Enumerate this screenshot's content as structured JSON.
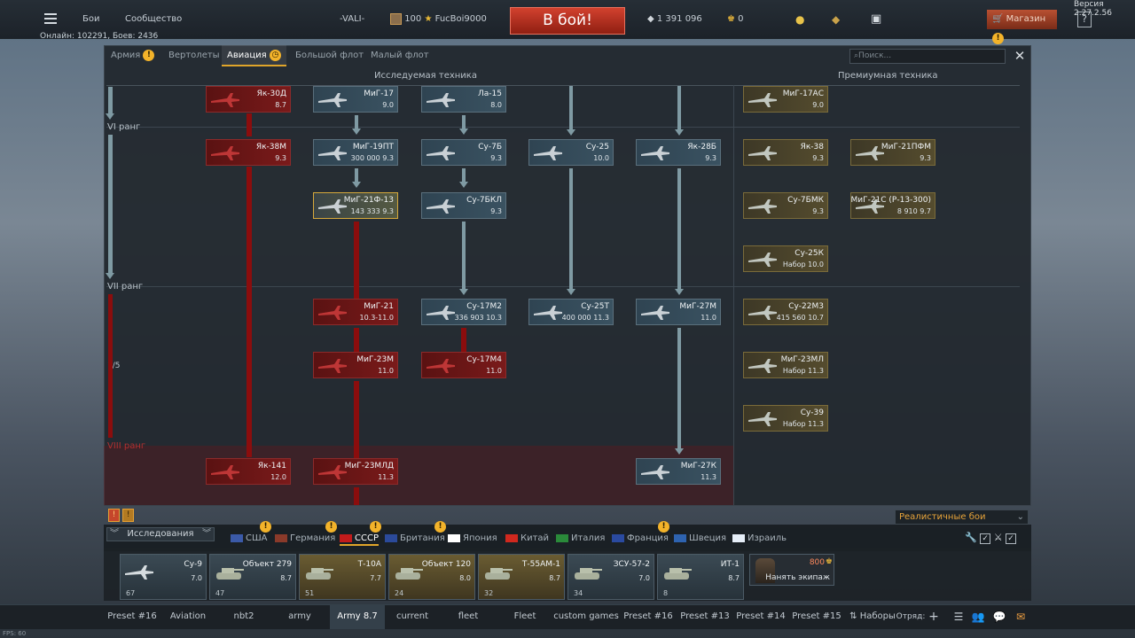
{
  "top": {
    "menu_icon": "hamburger-icon",
    "battles": "Бои",
    "community": "Сообщество",
    "squad": "-VALI-",
    "level": "100",
    "nickname": "FucBoi9000",
    "battle_button": "В бой!",
    "silver_lions": "1 391 096",
    "golden_eagles": "0",
    "shop": "Магазин",
    "help": "?",
    "online": "Онлайн: 102291, Боев: 2436",
    "version": "Версия 2.27.2.56"
  },
  "tabs": [
    {
      "label": "Армия"
    },
    {
      "label": "Вертолеты"
    },
    {
      "label": "Авиация"
    },
    {
      "label": "Большой флот"
    },
    {
      "label": "Малый флот"
    }
  ],
  "search_placeholder": "Поиск...",
  "headers": {
    "researchable": "Исследуемая техника",
    "premium": "Премиумная техника"
  },
  "ranks": {
    "vi": "VI ранг",
    "vii": "VII ранг",
    "viii": "VIII ранг",
    "progress": "1/5"
  },
  "vehicles": [
    {
      "name": "Як-30Д",
      "value": "8.7",
      "style": "red"
    },
    {
      "name": "МиГ-17",
      "value": "9.0",
      "style": "normal"
    },
    {
      "name": "Ла-15",
      "value": "8.0",
      "style": "normal"
    },
    {
      "name": "Як-38М",
      "value": "9.3",
      "style": "red"
    },
    {
      "name": "МиГ-19ПТ",
      "value": "300 000 9.3",
      "style": "normal"
    },
    {
      "name": "Су-7Б",
      "value": "9.3",
      "style": "normal"
    },
    {
      "name": "Су-25",
      "value": "10.0",
      "style": "normal"
    },
    {
      "name": "Як-28Б",
      "value": "9.3",
      "style": "normal"
    },
    {
      "name": "МиГ-21Ф-13",
      "value": "143 333 9.3",
      "style": "gold"
    },
    {
      "name": "Су-7БКЛ",
      "value": "9.3",
      "style": "normal"
    },
    {
      "name": "МиГ-21",
      "value": "10.3-11.0",
      "style": "red"
    },
    {
      "name": "Су-17М2",
      "value": "336 903 10.3",
      "style": "normal"
    },
    {
      "name": "Су-25Т",
      "value": "400 000 11.3",
      "style": "normal"
    },
    {
      "name": "МиГ-27М",
      "value": "11.0",
      "style": "normal"
    },
    {
      "name": "МиГ-23М",
      "value": "11.0",
      "style": "red"
    },
    {
      "name": "Су-17М4",
      "value": "11.0",
      "style": "red"
    },
    {
      "name": "Як-141",
      "value": "12.0",
      "style": "red"
    },
    {
      "name": "МиГ-23МЛД",
      "value": "11.3",
      "style": "red"
    },
    {
      "name": "МиГ-27К",
      "value": "11.3",
      "style": "normal"
    }
  ],
  "premium": [
    {
      "name": "МиГ-17АС",
      "value": "9.0"
    },
    {
      "name": "Як-38",
      "value": "9.3"
    },
    {
      "name": "МиГ-21ПФМ",
      "value": "9.3"
    },
    {
      "name": "Су-7БМК",
      "value": "9.3"
    },
    {
      "name": "МиГ-21С (Р-13-300)",
      "value": "8 910 9.7"
    },
    {
      "name": "Су-25К",
      "value": "Набор 10.0"
    },
    {
      "name": "Су-22М3",
      "value": "415 560 10.7"
    },
    {
      "name": "МиГ-23МЛ",
      "value": "Набор 11.3"
    },
    {
      "name": "Су-39",
      "value": "Набор 11.3"
    }
  ],
  "mode": "Реалистичные бои",
  "research": "Исследования",
  "nations": [
    "США",
    "Германия",
    "СССР",
    "Британия",
    "Япония",
    "Китай",
    "Италия",
    "Франция",
    "Швеция",
    "Израиль"
  ],
  "slots": [
    {
      "name": "Су-9",
      "value": "7.0",
      "count": "67"
    },
    {
      "name": "Объект 279",
      "value": "8.7",
      "count": "47"
    },
    {
      "name": "Т-10А",
      "value": "7.7",
      "count": "51"
    },
    {
      "name": "Объект 120",
      "value": "8.0",
      "count": "24"
    },
    {
      "name": "Т-55АМ-1",
      "value": "8.7",
      "count": "32"
    },
    {
      "name": "ЗСУ-57-2",
      "value": "7.0",
      "count": "34"
    },
    {
      "name": "ИТ-1",
      "value": "8.7",
      "count": "8"
    }
  ],
  "hire": {
    "cost": "800",
    "label": "Нанять экипаж"
  },
  "presets": [
    "Preset #16",
    "Aviation",
    "nbt2",
    "army",
    "Army 8.7",
    "current",
    "fleet",
    "Fleet",
    "custom games",
    "Preset #16",
    "Preset #13",
    "Preset #14",
    "Preset #15"
  ],
  "presets_more": "Наборы",
  "squad_label": "Отряд:",
  "fps": "FPS: 60"
}
